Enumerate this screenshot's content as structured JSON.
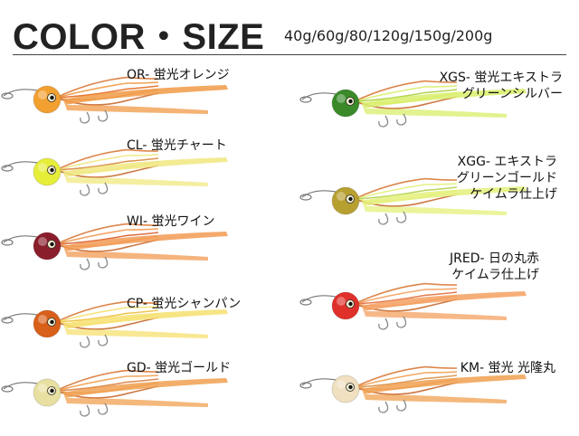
{
  "header": {
    "title": "COLOR・SIZE",
    "sizes": "40g/60g/80/120g/150g/200g"
  },
  "colors": [
    {
      "label": "OR- 蛍光オレンジ",
      "head": "#f2a030",
      "skirt": "#f09a45",
      "tie": "#e46a20"
    },
    {
      "label": "CL- 蛍光チャート",
      "head": "#e6ee3a",
      "skirt": "#f0e880",
      "tie": "#d88a40"
    },
    {
      "label": "WI- 蛍光ワイン",
      "head": "#8a1e2a",
      "skirt": "#f29a52",
      "tie": "#d96030"
    },
    {
      "label": "CP- 蛍光シャンパン",
      "head": "#d9601a",
      "skirt": "#f6e070",
      "tie": "#f0c040"
    },
    {
      "label": "GD- 蛍光ゴールド",
      "head": "#e8e0a0",
      "skirt": "#f0a050",
      "tie": "#d88040"
    },
    {
      "label_lines": [
        "XGS- 蛍光エキストラ",
        "グリーンシルバー"
      ],
      "head": "#3a8a2a",
      "skirt": "#d8ee6a",
      "tie": "#a8d040"
    },
    {
      "label_lines": [
        "XGG- エキストラ",
        "グリーンゴールド",
        "ケイムラ仕上げ"
      ],
      "head": "#b8a030",
      "skirt": "#e4f07a",
      "tie": "#b0d050"
    },
    {
      "label_lines": [
        "JRED- 日の丸赤",
        "ケイムラ仕上げ"
      ],
      "head": "#e0302a",
      "skirt": "#f4a060",
      "tie": "#e07040"
    },
    {
      "label": "KM- 蛍光 光隆丸",
      "head": "#f0e0c0",
      "skirt": "#f0a050",
      "tie": "#d89048"
    }
  ]
}
